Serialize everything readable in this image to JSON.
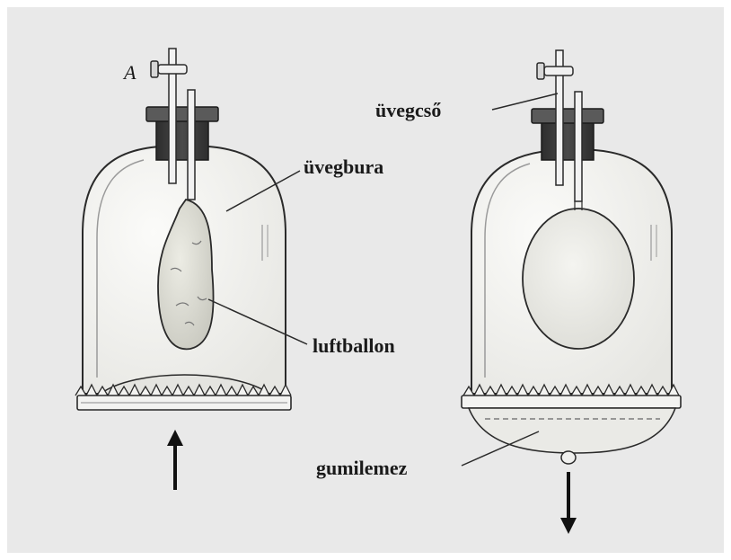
{
  "labels": {
    "valve": "A",
    "glass_tube": "üvegcső",
    "glass_jar": "üvegbura",
    "balloon": "luftballon",
    "rubber_sheet": "gumilemez"
  },
  "colors": {
    "background": "#e9e9e9",
    "glass": "#f4f4f2",
    "outline": "#2a2a2a",
    "cork": "#3a3a3a",
    "stopper_cap": "#555555",
    "balloon_left": "#dcdcd4",
    "balloon_right": "#ebebe6"
  },
  "icons": {
    "left_arrow": "arrow-up-icon",
    "right_arrow": "arrow-down-icon"
  }
}
